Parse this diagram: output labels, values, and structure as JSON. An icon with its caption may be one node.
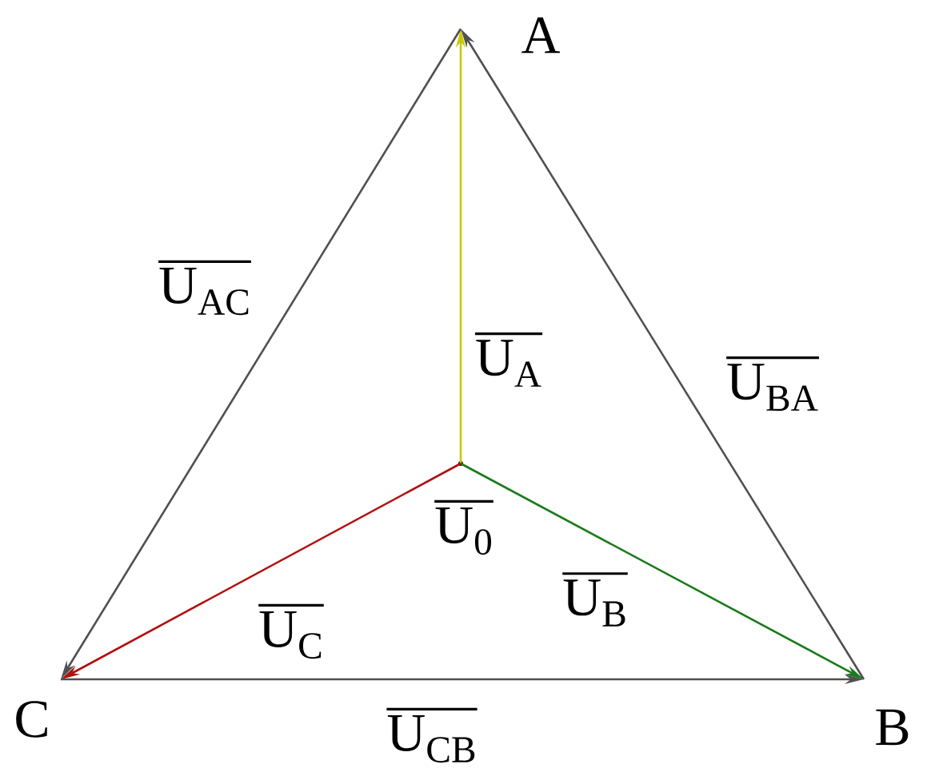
{
  "diagram": {
    "nodes": [
      {
        "text": [
          "A"
        ]
      },
      {
        "text": [],
        "shape": "point",
        "beside": [
          "U$_{0}$"
        ]
      },
      {
        "text": [
          "C"
        ]
      },
      {
        "text": [
          "B"
        ]
      }
    ],
    "edges": [
      {
        "from": 1,
        "to": 0,
        "arrow": "to",
        "label": "U$_{A}$",
        "color": "#c8c800"
      },
      {
        "from": 1,
        "to": 3,
        "arrow": "to",
        "label": "U$_{B}$",
        "color": "#1a7a1a"
      },
      {
        "from": 1,
        "to": 2,
        "arrow": "to",
        "label": "U$_{C}$",
        "color": "#b01010"
      },
      {
        "from": 0,
        "to": 2,
        "arrow": "to",
        "label": "U$_{AC}$"
      },
      {
        "from": 3,
        "to": 0,
        "arrow": "to",
        "label": "U$_{BA}$"
      },
      {
        "from": 2,
        "to": 3,
        "arrow": "to",
        "label": "U$_{CB}$"
      }
    ]
  }
}
